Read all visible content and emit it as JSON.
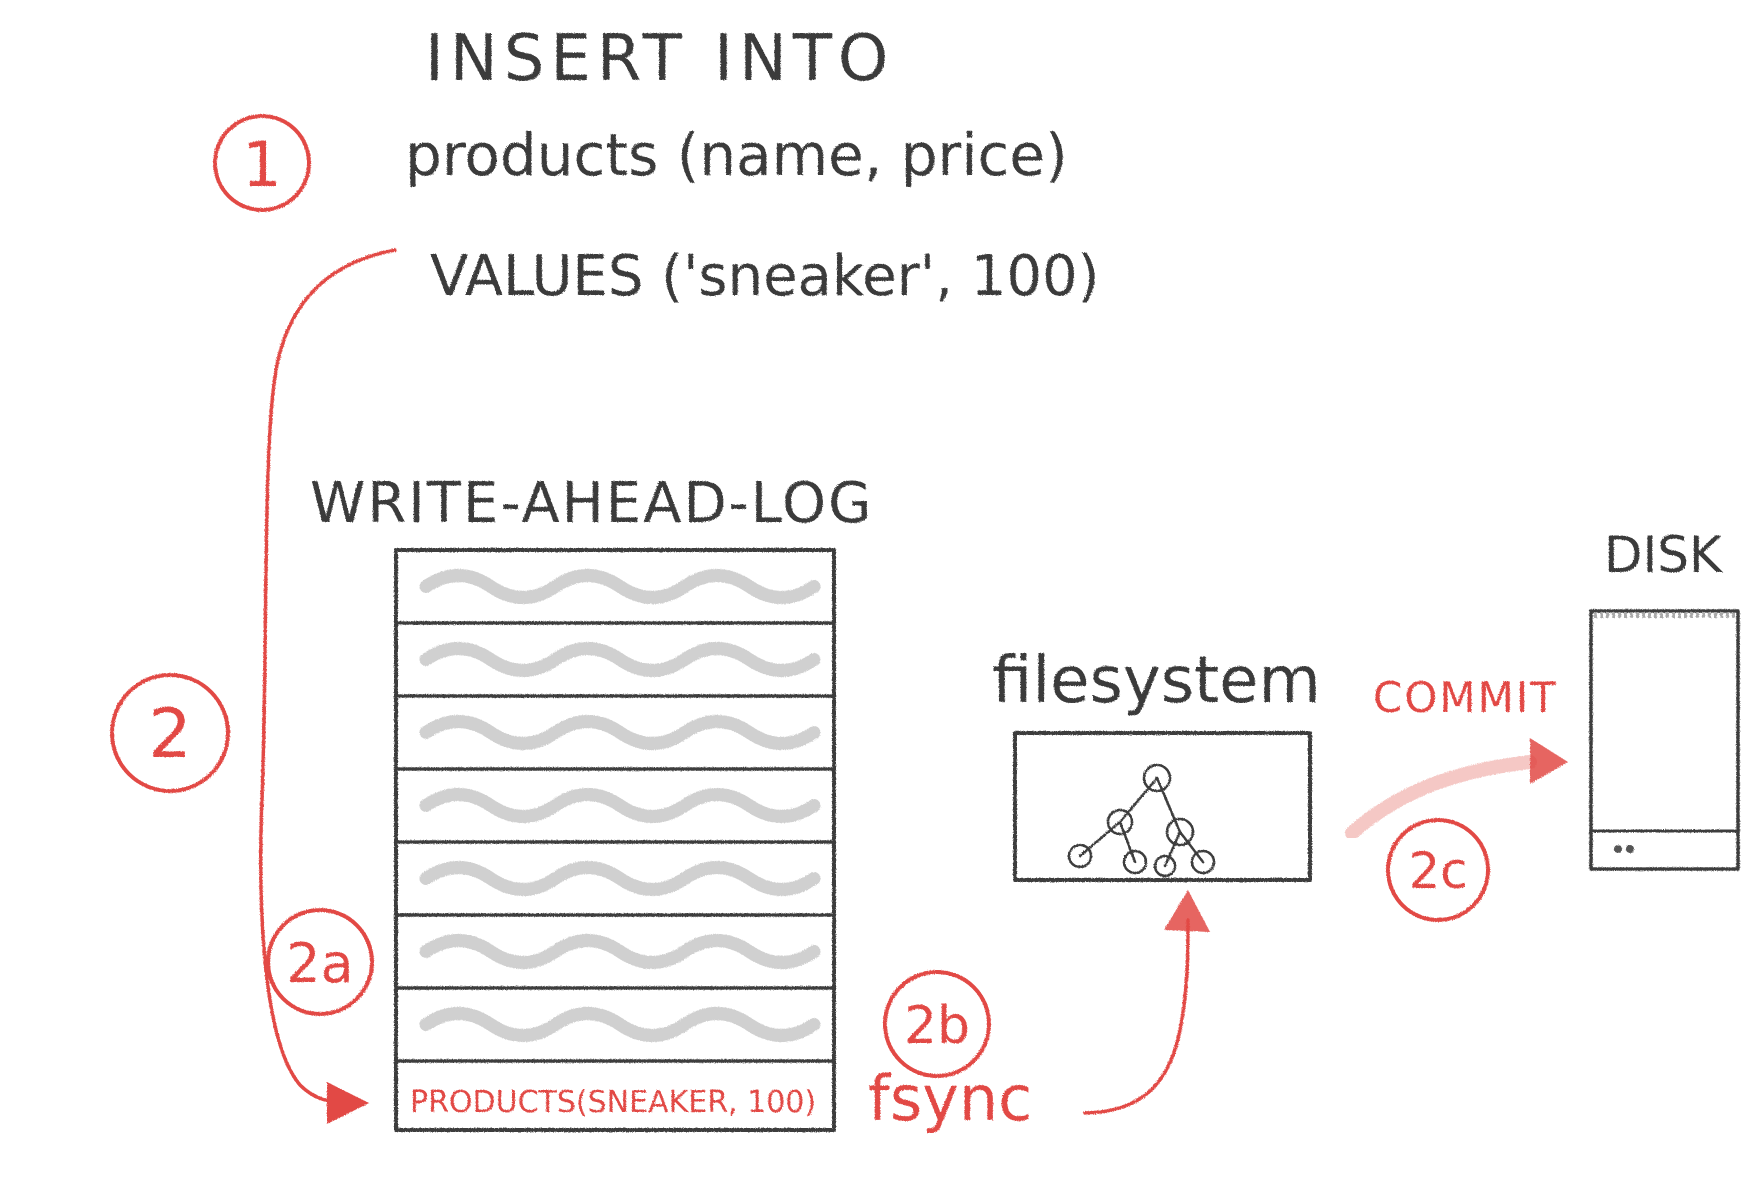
{
  "sql": {
    "line1": "INSERT INTO",
    "line2": "products (name, price)",
    "line3": "VALUES ('sneaker', 100)"
  },
  "steps": {
    "step1": "1",
    "step2": "2",
    "step2a": "2a",
    "step2b": "2b",
    "step2c": "2c"
  },
  "wal": {
    "title": "WRITE-AHEAD-LOG",
    "entry_count": 7,
    "last_entry": "PRODUCTS(SNEAKER, 100)"
  },
  "filesystem": {
    "label": "filesystem"
  },
  "fsync_label": "fsync",
  "commit_label": "COMMIT",
  "disk": {
    "label": "DISK"
  },
  "colors": {
    "accent": "#e24a45",
    "ink": "#3a3a3a",
    "squiggle": "#c8c8c8"
  }
}
